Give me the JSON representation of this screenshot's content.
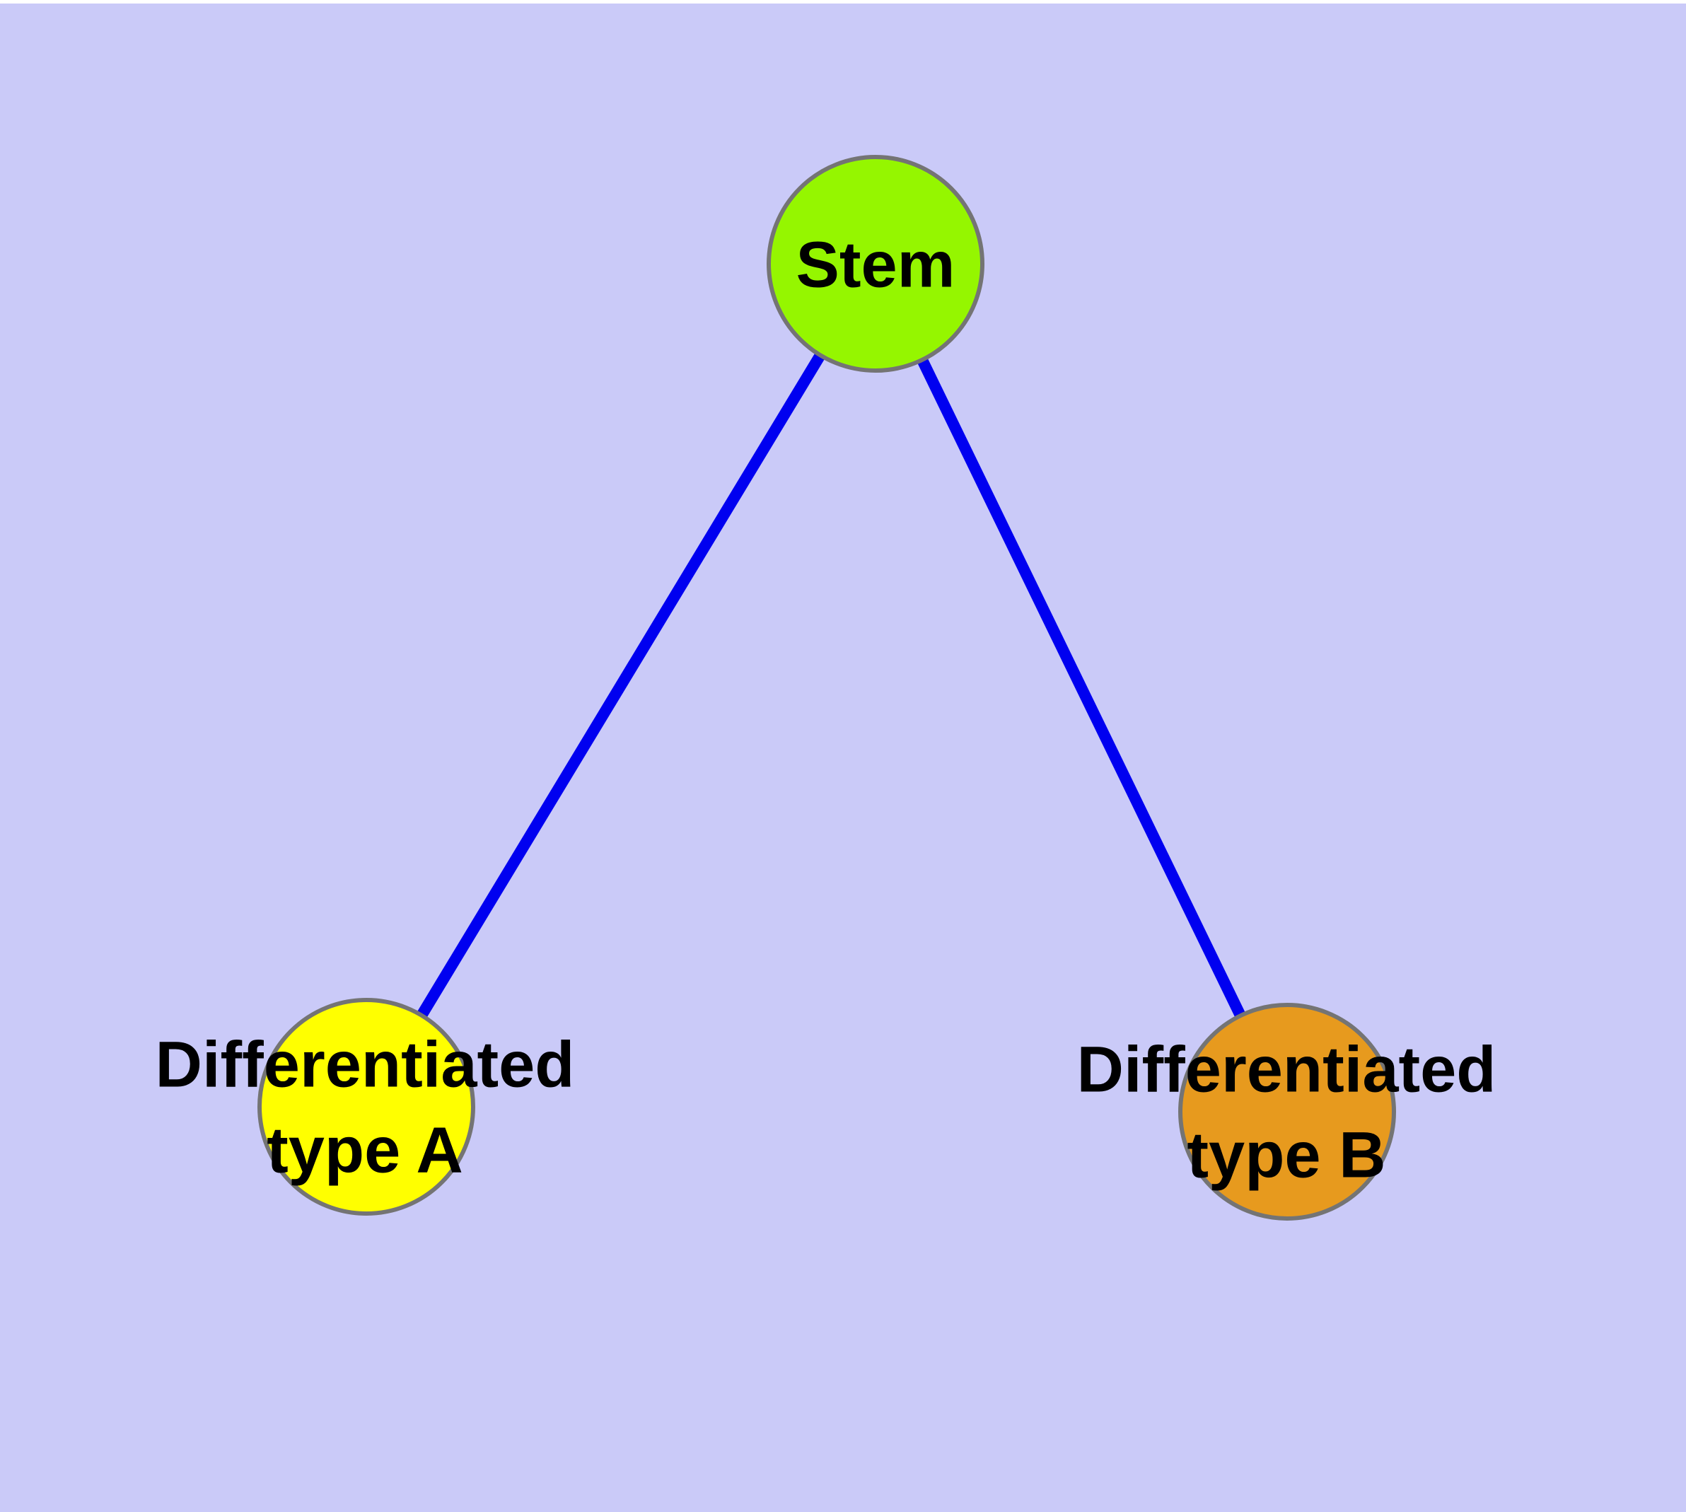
{
  "diagram": {
    "type": "graph",
    "colors": {
      "background": "#CACAF8",
      "top_strip": "#FFFFFF",
      "edge": "#0000F0",
      "node_stroke": "#747474",
      "label_text": "#000000"
    },
    "nodes": {
      "stem": {
        "label": "Stem",
        "fill": "#95F600"
      },
      "type_a": {
        "label": "Differentiated\ntype A",
        "fill": "#FFFF00"
      },
      "type_b": {
        "label": "Differentiated\ntype B",
        "fill": "#E79A1E"
      }
    },
    "edges": [
      {
        "from": "Stem",
        "to": "Differentiated type A"
      },
      {
        "from": "Stem",
        "to": "Differentiated type B"
      }
    ]
  }
}
